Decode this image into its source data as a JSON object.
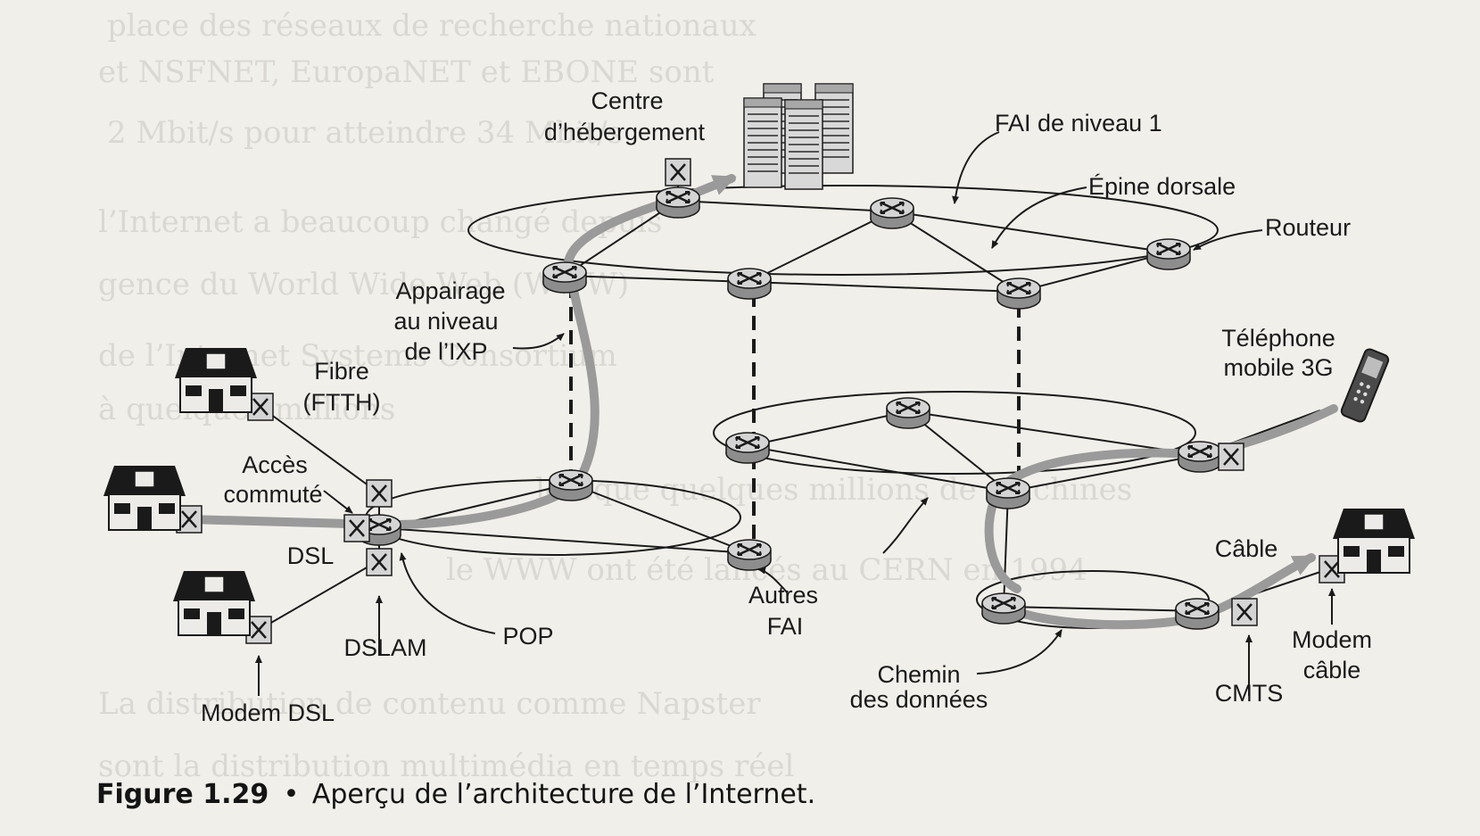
{
  "figure": {
    "caption_number": "Figure 1.29",
    "caption_separator": "•",
    "caption_text": "Aperçu de l’architecture de l’Internet."
  },
  "labels": {
    "hosting_line1": "Centre",
    "hosting_line2": "d’hébergement",
    "tier1_isp": "FAI de niveau 1",
    "backbone": "Épine dorsale",
    "router": "Routeur",
    "ixp_line1": "Appairage",
    "ixp_line2": "au niveau",
    "ixp_line3": "de l’IXP",
    "fiber_line1": "Fibre",
    "fiber_line2": "(FTTH)",
    "dialup_line1": "Accès",
    "dialup_line2": "commuté",
    "dsl": "DSL",
    "dslam": "DSLAM",
    "modem_dsl": "Modem DSL",
    "pop": "POP",
    "other_isp_line1": "Autres",
    "other_isp_line2": "FAI",
    "data_path_line1": "Chemin",
    "data_path_line2": "des données",
    "mobile_line1": "Téléphone",
    "mobile_line2": "mobile 3G",
    "cable": "Câble",
    "cable_modem_line1": "Modem",
    "cable_modem_line2": "câble",
    "cmts": "CMTS"
  },
  "colors": {
    "paper": "#f1efea",
    "ink": "#1a1a1a",
    "router_fill": "#c8c8c8",
    "data_path": "#9a9a9a"
  }
}
